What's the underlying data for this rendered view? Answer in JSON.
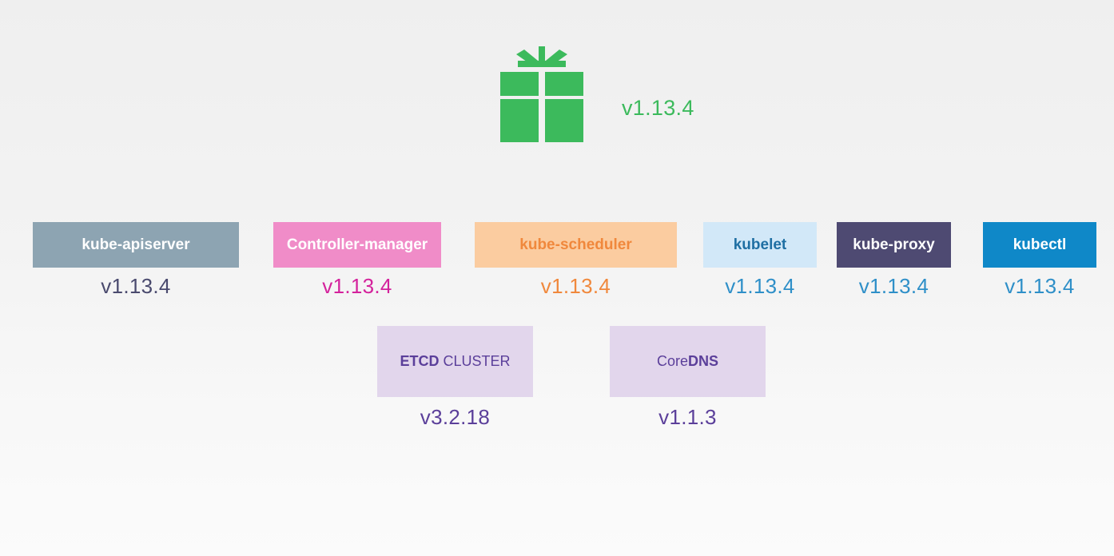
{
  "release": {
    "version": "v1.13.4",
    "icon": "gift-package-icon",
    "color": "#3cba5c"
  },
  "components": [
    {
      "name": "kube-apiserver",
      "version": "v1.13.4",
      "bg": "#8da4b2",
      "text_color": "#ffffff",
      "version_color": "#4a4a6e"
    },
    {
      "name": "Controller-manager",
      "version": "v1.13.4",
      "bg": "#f08cc8",
      "text_color": "#ffffff",
      "version_color": "#d4229c"
    },
    {
      "name": "kube-scheduler",
      "version": "v1.13.4",
      "bg": "#fbcca0",
      "text_color": "#f0883c",
      "version_color": "#f0883c"
    },
    {
      "name": "kubelet",
      "version": "v1.13.4",
      "bg": "#d2e8f8",
      "text_color": "#1f6fa3",
      "version_color": "#2e8fc8"
    },
    {
      "name": "kube-proxy",
      "version": "v1.13.4",
      "bg": "#4e4a72",
      "text_color": "#ffffff",
      "version_color": "#2e8fc8"
    },
    {
      "name": "kubectl",
      "version": "v1.13.4",
      "bg": "#0f88c8",
      "text_color": "#ffffff",
      "version_color": "#2e8fc8"
    }
  ],
  "dependencies": [
    {
      "name_bold": "ETCD",
      "name_regular": " CLUSTER",
      "version": "v3.2.18",
      "bg": "#e2d6ec",
      "text_color": "#5b3f9a",
      "version_color": "#5b3f9a"
    },
    {
      "name_regular": "Core",
      "name_bold": "DNS",
      "version": "v1.1.3",
      "bg": "#e2d6ec",
      "text_color": "#5b3f9a",
      "version_color": "#5b3f9a"
    }
  ]
}
